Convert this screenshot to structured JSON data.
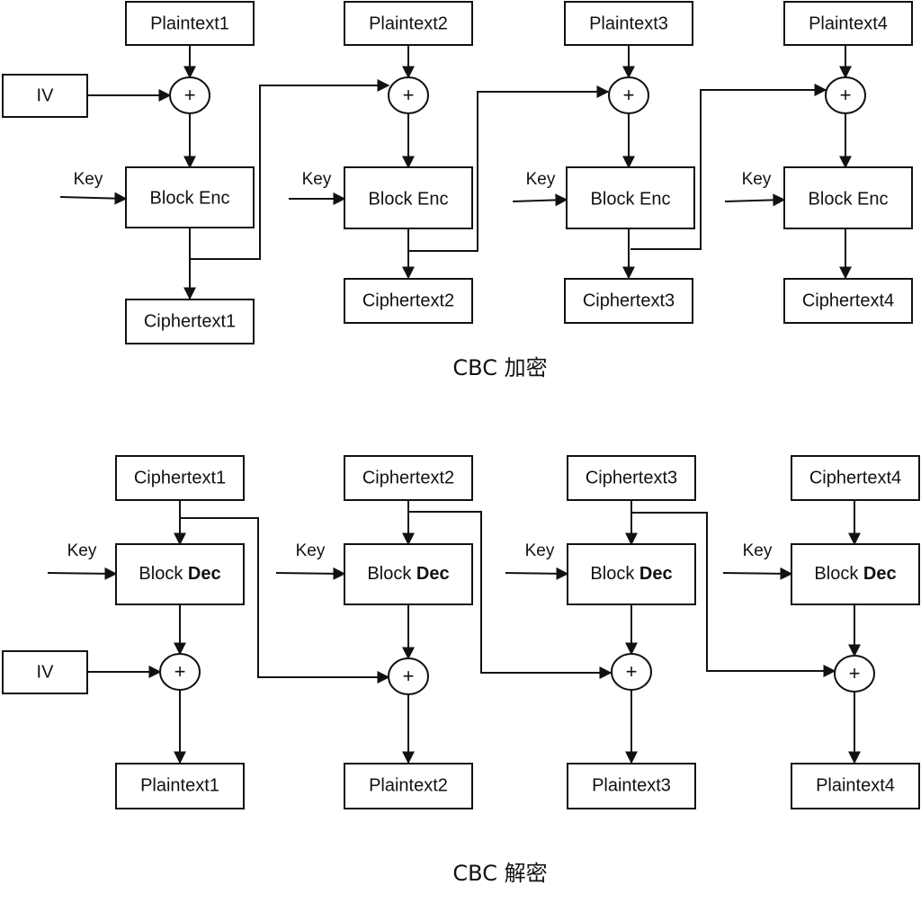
{
  "encryption": {
    "caption": "CBC 加密",
    "iv_label": "IV",
    "key_label": "Key",
    "xor_symbol": "+",
    "block_word": "Block Enc",
    "plaintexts": [
      "Plaintext1",
      "Plaintext2",
      "Plaintext3",
      "Plaintext4"
    ],
    "ciphertexts": [
      "Ciphertext1",
      "Ciphertext2",
      "Ciphertext3",
      "Ciphertext4"
    ]
  },
  "decryption": {
    "caption": "CBC 解密",
    "iv_label": "IV",
    "key_label": "Key",
    "xor_symbol": "+",
    "block_word": "Block",
    "block_op": "Dec",
    "ciphertexts": [
      "Ciphertext1",
      "Ciphertext2",
      "Ciphertext3",
      "Ciphertext4"
    ],
    "plaintexts": [
      "Plaintext1",
      "Plaintext2",
      "Plaintext3",
      "Plaintext4"
    ]
  }
}
